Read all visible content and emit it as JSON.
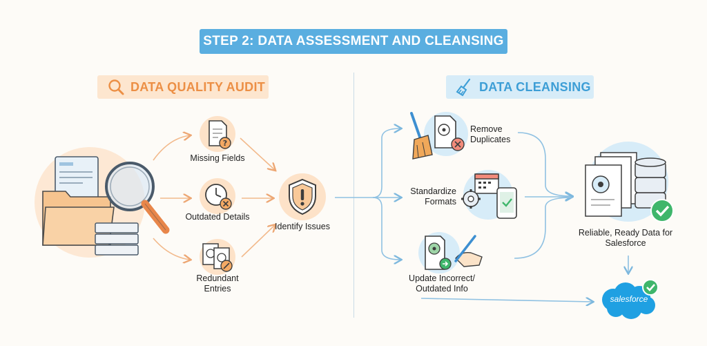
{
  "title": "STEP 2: DATA ASSESSMENT AND CLEANSING",
  "audit": {
    "heading": "DATA QUALITY AUDIT",
    "heading_icon": "magnifier-icon",
    "items": [
      {
        "label": "Missing Fields",
        "icon": "document-question-icon"
      },
      {
        "label": "Outdated Details",
        "icon": "clock-x-icon"
      },
      {
        "label": "Redundant Entries",
        "icon": "duplicate-documents-icon"
      }
    ],
    "result": {
      "label": "Identify Issues",
      "icon": "shield-alert-icon"
    }
  },
  "cleansing": {
    "heading": "DATA CLEANSING",
    "heading_icon": "broom-icon",
    "items": [
      {
        "label": "Remove Duplicates",
        "icon": "broom-document-icon"
      },
      {
        "label": "Standardize Formats",
        "icon": "gear-calendar-phone-icon"
      },
      {
        "label": "Update Incorrect/ Outdated Info",
        "icon": "pen-document-icon"
      }
    ],
    "result": {
      "label": "Reliable, Ready Data for Salesforce",
      "icon": "database-check-icon"
    }
  },
  "destination": {
    "logo_text": "salesforce",
    "icon": "salesforce-cloud-logo"
  },
  "colors": {
    "title_bg": "#5aaee0",
    "audit_accent": "#ec8f45",
    "audit_bg": "#fde6cf",
    "cleansing_accent": "#3d9ed6",
    "cleansing_bg": "#d7ecf8",
    "check_green": "#3fb66b"
  }
}
